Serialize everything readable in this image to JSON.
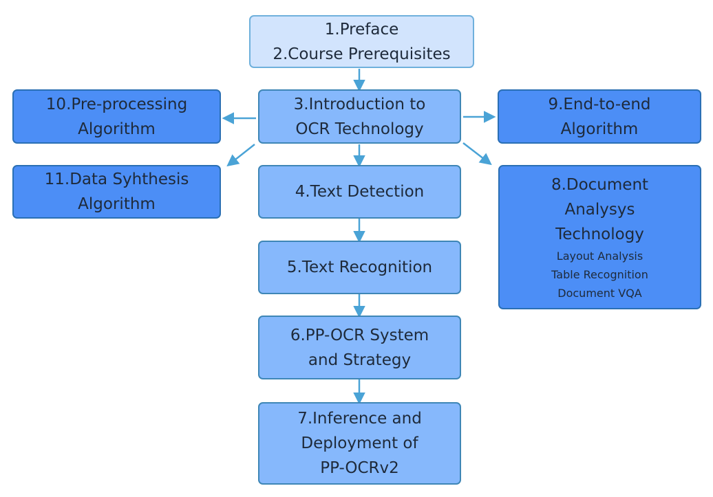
{
  "nodes": {
    "n1": {
      "lines": [
        "1.Preface",
        "2.Course Prerequisites"
      ]
    },
    "n3": {
      "lines": [
        "3.Introduction to",
        "OCR Technology"
      ]
    },
    "n4": {
      "lines": [
        "4.Text Detection"
      ]
    },
    "n5": {
      "lines": [
        "5.Text Recognition"
      ]
    },
    "n6": {
      "lines": [
        "6.PP-OCR System",
        "and Strategy"
      ]
    },
    "n7": {
      "lines": [
        "7.Inference and",
        "Deployment of",
        "PP-OCRv2"
      ]
    },
    "n8": {
      "lines": [
        "8.Document",
        "Analysys",
        "Technology"
      ],
      "sublines": [
        "Layout Analysis",
        "Table Recognition",
        "Document VQA"
      ]
    },
    "n9": {
      "lines": [
        "9.End-to-end",
        "Algorithm"
      ]
    },
    "n10": {
      "lines": [
        "10.Pre-processing",
        "Algorithm"
      ]
    },
    "n11": {
      "lines": [
        "11.Data Syhthesis",
        "Algorithm"
      ]
    }
  },
  "colors": {
    "top_fill": "#d2e4fd",
    "main_fill": "#86b8fc",
    "side_fill": "#4c8ef6",
    "arrow": "#4aa3d6"
  }
}
